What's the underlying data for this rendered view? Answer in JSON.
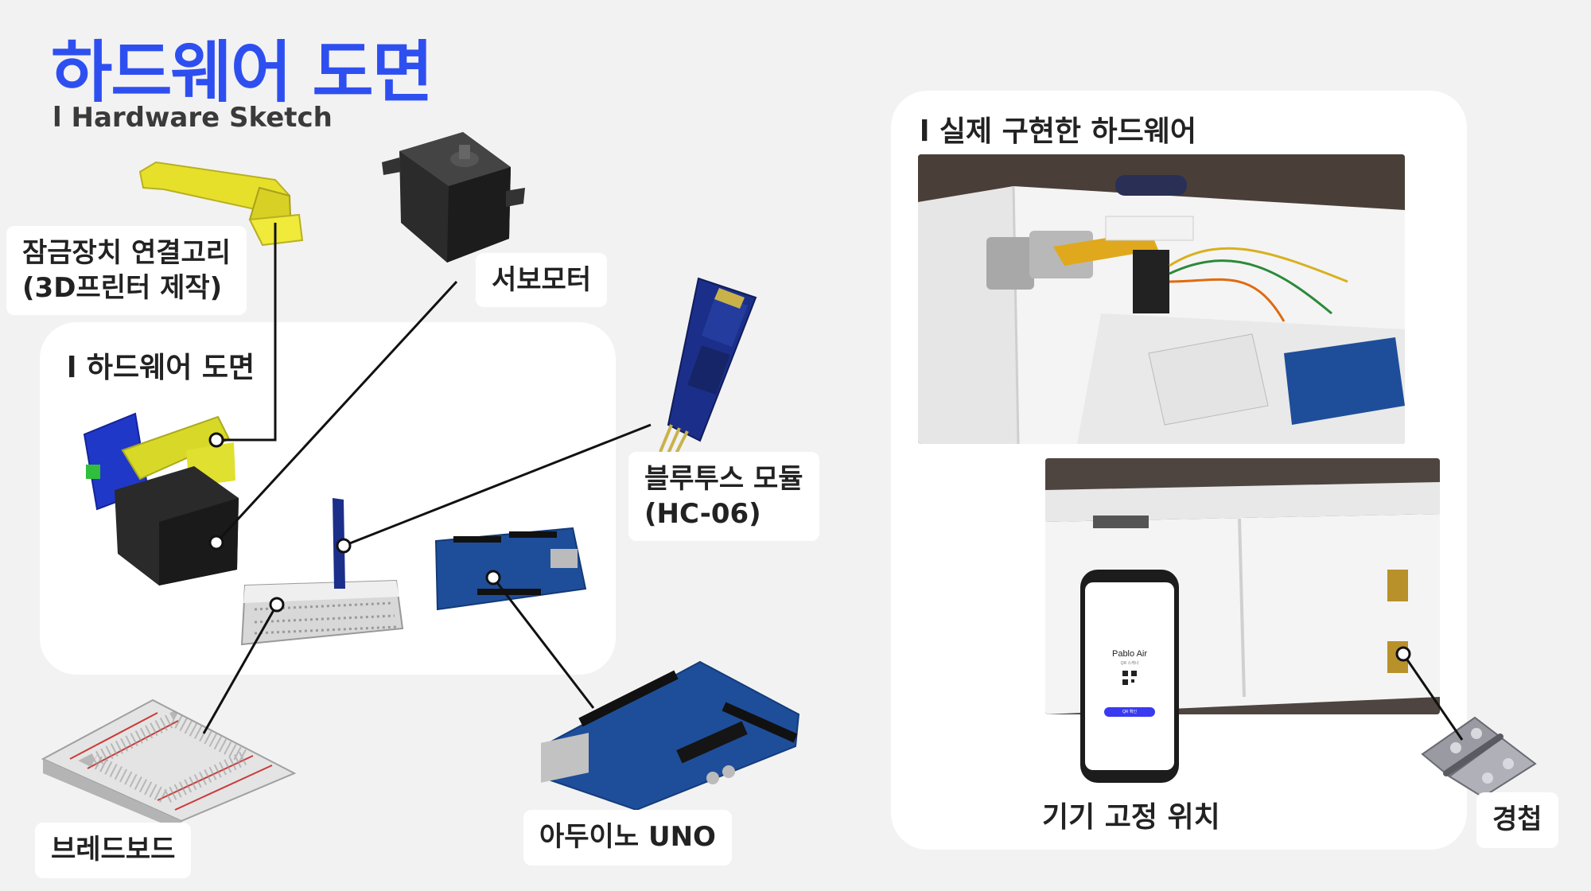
{
  "page": {
    "title": "하드웨어 도면",
    "subtitle": "l Hardware Sketch"
  },
  "sketch_panel": {
    "heading": "l 하드웨어 도면"
  },
  "real_panel": {
    "heading": "l 실제 구현한 하드웨어"
  },
  "labels": {
    "lock_hook": [
      "잠금장치 연결고리",
      "(3D프린터 제작)"
    ],
    "servo": "서보모터",
    "bluetooth": [
      "블루투스 모듈",
      "(HC-06)"
    ],
    "breadboard": "브레드보드",
    "arduino": "아두이노 UNO",
    "device_position": "기기 고정 위치",
    "hinge": "경첩"
  },
  "phone_screen": {
    "app_name": "Pablo Air",
    "app_sub": "QR 스캐너",
    "button": "QR 확인"
  },
  "colors": {
    "title_blue": "#2e4ff0",
    "hook_yellow": "#e6e02a",
    "servo_black": "#2b2b2b",
    "arduino_blue": "#1e4e9a",
    "bluetooth_blue": "#1b2f8a",
    "phone_button": "#3a3af0"
  },
  "icons": {
    "phone": "smartphone-icon",
    "qr": "qr-code-icon"
  }
}
